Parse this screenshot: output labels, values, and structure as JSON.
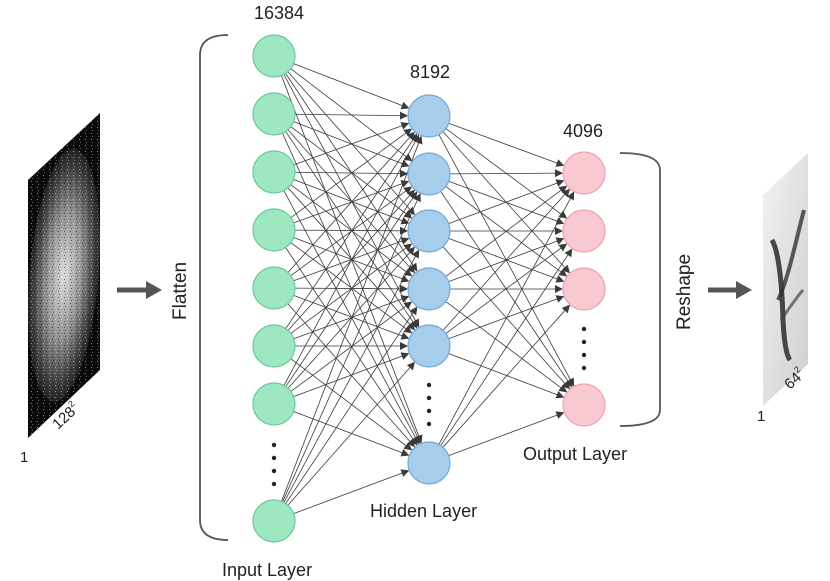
{
  "input_image": {
    "dim_side": "128",
    "dim_exp": "2",
    "channels": "1"
  },
  "flatten_label": "Flatten",
  "input_layer": {
    "count": "16384",
    "name": "Input Layer",
    "color": "#9de8c0",
    "stroke": "#6cc79a"
  },
  "hidden_layer": {
    "count": "8192",
    "name": "Hidden Layer",
    "color": "#a6cdec",
    "stroke": "#74a8d6"
  },
  "output_layer": {
    "count": "4096",
    "name": "Output Layer",
    "color": "#f9c9d2",
    "stroke": "#ee9fb0"
  },
  "reshape_label": "Reshape",
  "output_image": {
    "dim_side": "64",
    "dim_exp": "2",
    "channels": "1"
  },
  "colors": {
    "edge": "#3a3a3a",
    "arrow": "#555555",
    "bracket": "#555555"
  }
}
